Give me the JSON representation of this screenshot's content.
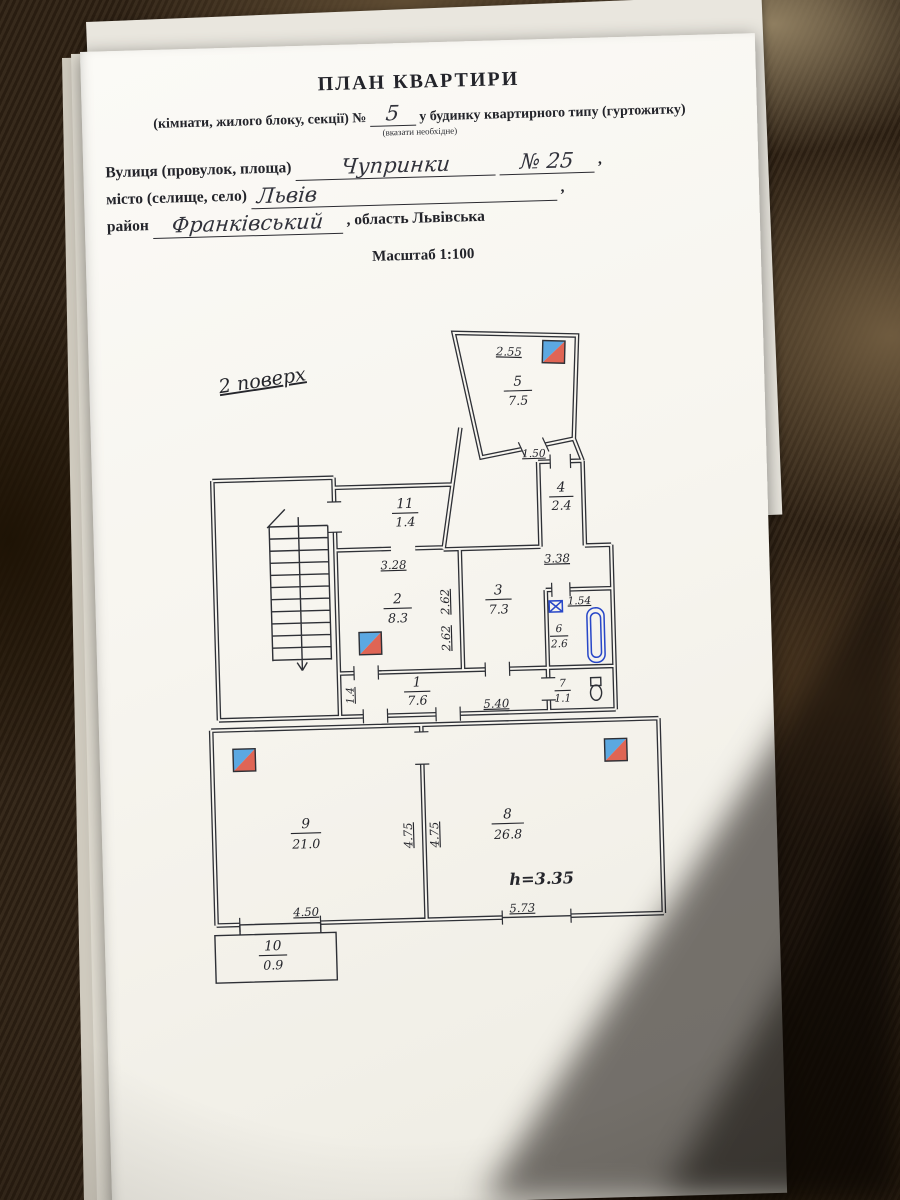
{
  "document": {
    "title": "ПЛАН КВАРТИРИ",
    "subtitle": {
      "left": "(кімнати, жилого блоку, секції) №",
      "number": "5",
      "right": "у будинку квартирного типу (гуртожитку)",
      "note": "(вказати необхідне)"
    },
    "address": {
      "street_label": "Вулиця (провулок, площа)",
      "street_value": "Чупринки",
      "number_value": "№ 25",
      "comma1": ",",
      "city_label": "місто (селище, село)",
      "city_value": "Львів",
      "comma2": ",",
      "district_label": "район",
      "district_value": "Франківський",
      "region_text": ", область Львівська",
      "scale": "Масштаб 1:100"
    }
  },
  "plan": {
    "floor_label": "2 поверх",
    "height_note": "h=3.35",
    "rooms": {
      "r1": {
        "num": "1",
        "area": "7.6"
      },
      "r2": {
        "num": "2",
        "area": "8.3"
      },
      "r3": {
        "num": "3",
        "area": "7.3"
      },
      "r4": {
        "num": "4",
        "area": "2.4"
      },
      "r5": {
        "num": "5",
        "area": "7.5"
      },
      "r6": {
        "num": "6",
        "area": "2.6"
      },
      "r7": {
        "num": "7",
        "area": "1.1"
      },
      "r8": {
        "num": "8",
        "area": "26.8"
      },
      "r9": {
        "num": "9",
        "area": "21.0"
      },
      "r10": {
        "num": "10",
        "area": "0.9"
      },
      "r11": {
        "num": "11",
        "area": "1.4"
      }
    },
    "dims": {
      "room5_top": "2.55",
      "room5_pass": "1.50",
      "room2_top": "3.28",
      "room3_top": "3.38",
      "room2_side_a": "2.62",
      "room2_side_b": "2.62",
      "room6_side": "1.54",
      "hall_side": "1.4",
      "hall_len": "5.40",
      "room9_bottom": "4.50",
      "room9_side": "4.75",
      "room8_side": "4.75",
      "room8_bottom": "5.73"
    },
    "colors": {
      "ink": "#2e3036",
      "blue_ink": "#2440bb",
      "marker_blue": "#4aa0e0",
      "marker_red": "#dd5544"
    }
  }
}
